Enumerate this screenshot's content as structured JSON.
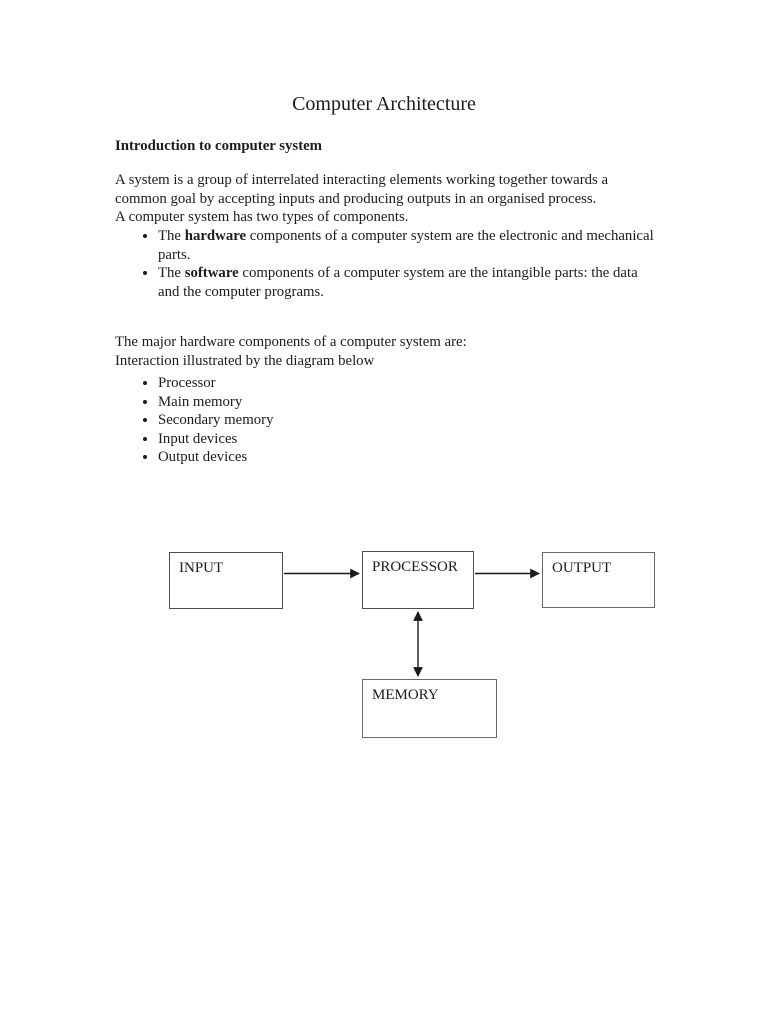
{
  "document": {
    "title": "Computer Architecture",
    "section_heading": "Introduction to computer system",
    "intro": {
      "line1": "A system is a group of interrelated interacting elements working together towards a common goal by accepting inputs and producing outputs in an organised process.",
      "line2": "A computer system has two types of components."
    },
    "component_bullets": [
      {
        "before": "The ",
        "bold": "hardware",
        "after": " components of a computer system are the electronic and mechanical parts."
      },
      {
        "before": "The ",
        "bold": "software",
        "after": " components of a computer system are the intangible parts: the data and the computer programs."
      }
    ],
    "major": {
      "line1": "The major hardware components of a computer system are:",
      "line2": "Interaction illustrated by the diagram below"
    },
    "hardware_list": [
      "Processor",
      "Main memory",
      "Secondary memory",
      "Input devices",
      "Output devices"
    ],
    "diagram": {
      "input_label": "INPUT",
      "processor_label": "PROCESSOR",
      "output_label": "OUTPUT",
      "memory_label": "MEMORY"
    }
  }
}
